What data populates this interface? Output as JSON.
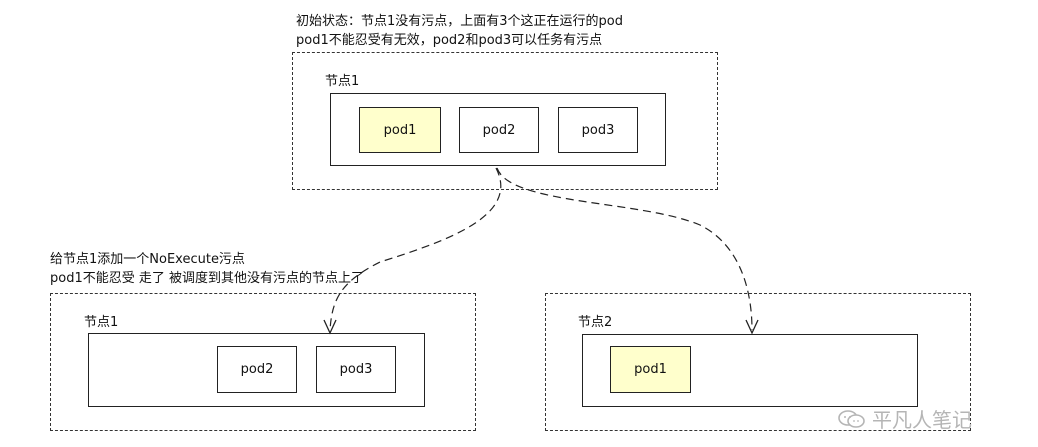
{
  "top": {
    "note_line1": "初始状态：节点1没有污点，上面有3个这正在运行的pod",
    "note_line2": "pod1不能忍受有无效，pod2和pod3可以任务有污点",
    "node_label": "节点1",
    "pods": [
      "pod1",
      "pod2",
      "pod3"
    ]
  },
  "bottom_left": {
    "note_line1": "给节点1添加一个NoExecute污点",
    "note_line2": "pod1不能忍受 走了 被调度到其他没有污点的节点上了",
    "node_label": "节点1",
    "pods": [
      "pod2",
      "pod3"
    ]
  },
  "bottom_right": {
    "node_label": "节点2",
    "pods": [
      "pod1"
    ]
  },
  "watermark": {
    "text": "平凡人笔记",
    "icon": "wechat-icon"
  },
  "colors": {
    "highlight_pod": "#ffffcc",
    "watermark": "#b5b5b5"
  }
}
